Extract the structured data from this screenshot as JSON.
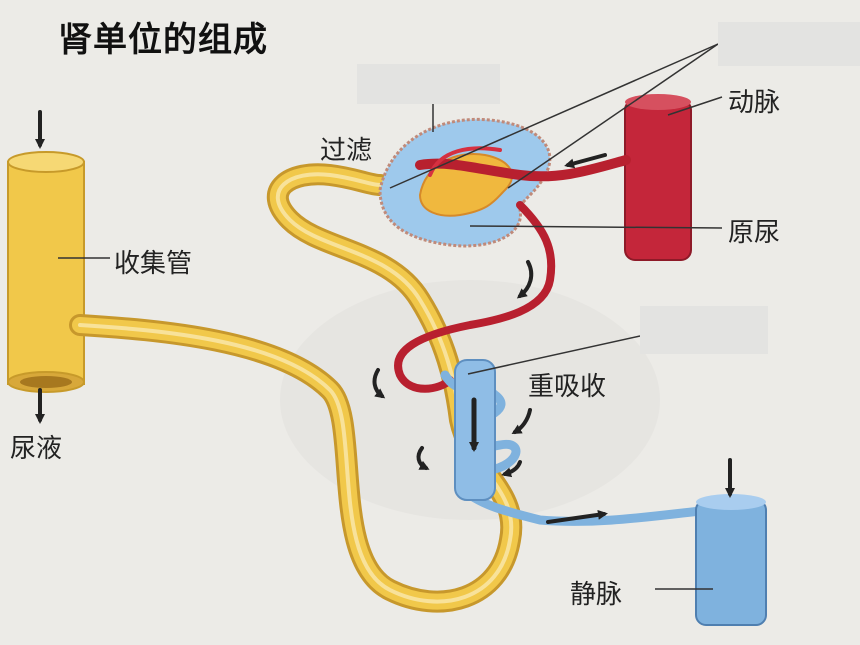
{
  "title": "肾单位的组成",
  "labels": {
    "filtration": "过滤",
    "artery": "动脉",
    "primary_urine": "原尿",
    "collecting_duct": "收集管",
    "reabsorption": "重吸收",
    "urine": "尿液",
    "vein": "静脉"
  },
  "colors": {
    "tubule_yellow": "#f1c84a",
    "artery_red": "#c4263a",
    "vein_blue": "#7fb2de",
    "capsule_blue": "#9ec9ec",
    "arrow": "#222222"
  }
}
